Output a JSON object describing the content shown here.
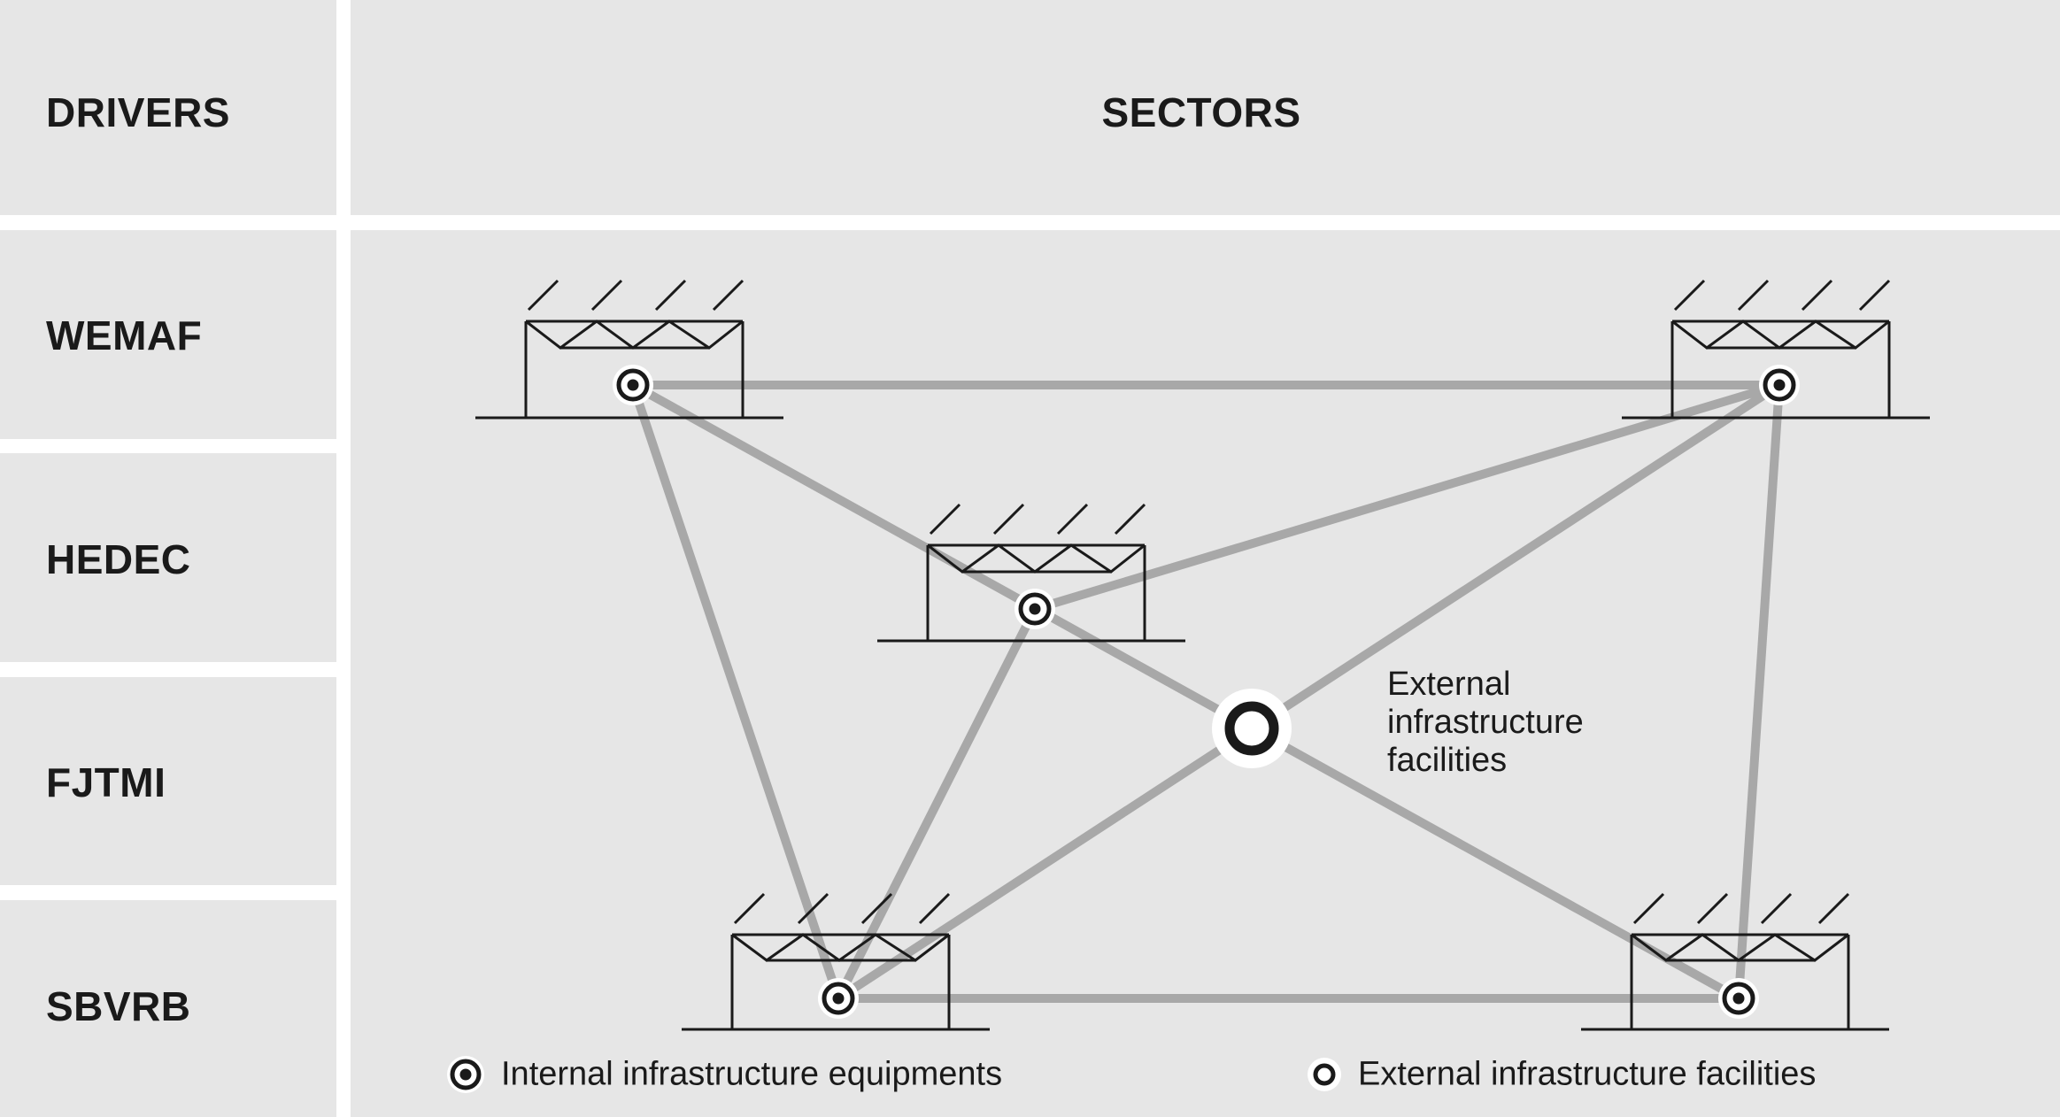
{
  "header": {
    "drivers_title": "DRIVERS",
    "sectors_title": "SECTORS"
  },
  "drivers": [
    "WEMAF",
    "HEDEC",
    "FJTMI",
    "SBVRB"
  ],
  "external_label": [
    "External",
    "infrastructure",
    "facilities"
  ],
  "legend": {
    "internal": "Internal infrastructure equipments",
    "external": "External infrastructure facilities"
  },
  "colors": {
    "panel": "#e6e6e6",
    "link": "#a8a8a8",
    "ink": "#1a1a1a"
  }
}
